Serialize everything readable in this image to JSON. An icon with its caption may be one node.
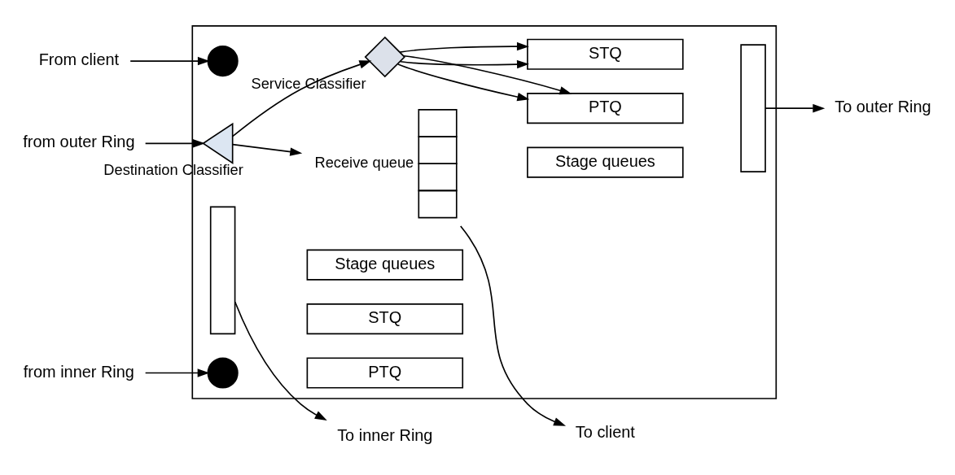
{
  "diagram": {
    "nodes": [
      {
        "text": [],
        "shape": "box"
      },
      {
        "text": [
          "Receive queue"
        ],
        "in": 0
      },
      {
        "text": [],
        "shape": "circle",
        "in": 0
      },
      {
        "text": [
          "Destination Classifier"
        ],
        "in": 0
      },
      {
        "text": [
          "Service Classifier"
        ],
        "in": 0
      },
      {
        "text": [
          "PTQ"
        ],
        "in": 0
      },
      {
        "text": [
          "STQ"
        ],
        "in": 0
      },
      {
        "text": [
          "Stage queues"
        ],
        "in": 0
      },
      {
        "text": [],
        "shape": "bar",
        "in": 0
      },
      {
        "text": [
          "PTQ"
        ],
        "in": 0
      },
      {
        "text": [
          "STQ"
        ],
        "in": 0
      },
      {
        "text": [
          "Stage queues"
        ],
        "in": 0
      },
      {
        "text": [],
        "shape": "bar",
        "in": 0
      },
      {
        "text": [],
        "shape": "circle",
        "in": 0
      },
      {
        "text": [
          "To client"
        ]
      },
      {
        "text": [
          "From client"
        ]
      },
      {
        "text": [
          "from outer Ring"
        ]
      },
      {
        "text": [
          "To outer Ring"
        ]
      },
      {
        "text": [
          "To inner Ring"
        ]
      },
      {
        "text": [
          "from inner Ring"
        ]
      }
    ],
    "edges": [
      {
        "from": 1,
        "to": 14,
        "arrow": "to"
      },
      {
        "from": 15,
        "to": 2,
        "arrow": "to"
      },
      {
        "from": 16,
        "to": 3,
        "arrow": "to"
      },
      {
        "from": 3,
        "to": 1,
        "arrow": "to"
      },
      {
        "from": 3,
        "to": 4,
        "arrow": "to"
      },
      {
        "from": 4,
        "to": 5,
        "arrow": "to"
      },
      {
        "from": 4,
        "to": 5,
        "arrow": "to"
      },
      {
        "from": 4,
        "to": 6,
        "arrow": "to"
      },
      {
        "from": 4,
        "to": 6,
        "arrow": "to"
      },
      {
        "from": 8,
        "to": 17,
        "arrow": "to"
      },
      {
        "from": 12,
        "to": 18,
        "arrow": "to"
      },
      {
        "from": 19,
        "to": 13,
        "arrow": "to"
      }
    ]
  }
}
